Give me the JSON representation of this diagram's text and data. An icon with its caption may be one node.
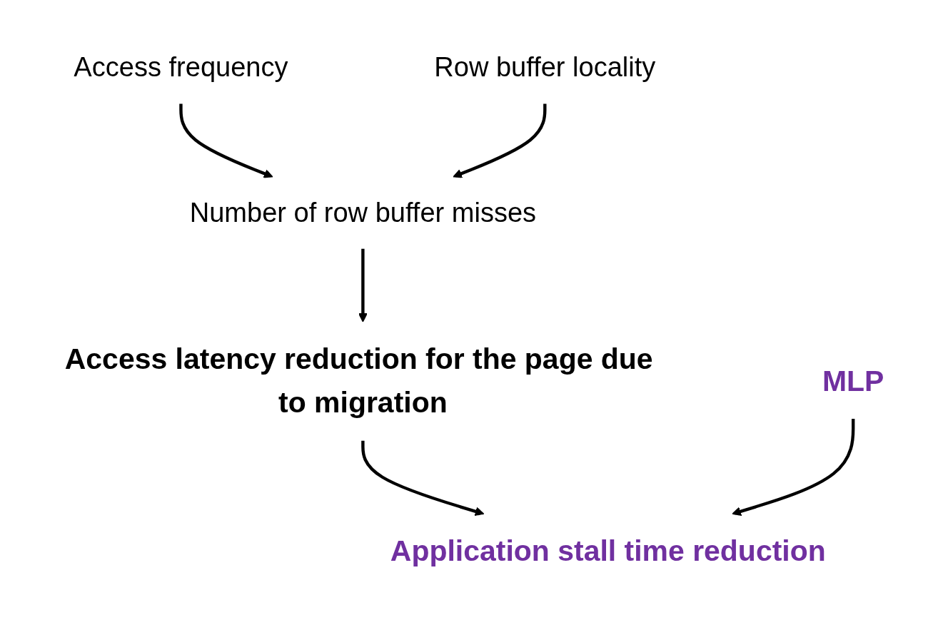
{
  "diagram": {
    "nodes": [
      {
        "text": [
          "Access frequency"
        ]
      },
      {
        "text": [
          "Row buffer locality"
        ]
      },
      {
        "text": [
          "Number of row buffer misses"
        ]
      },
      {
        "text": [
          "Access latency reduction for the page due to migration"
        ]
      },
      {
        "text": [
          "MLP"
        ]
      },
      {
        "text": [
          "Application stall time reduction"
        ]
      }
    ],
    "edges": [
      {
        "from": 0,
        "to": 2,
        "arrow": "to"
      },
      {
        "from": 1,
        "to": 2,
        "arrow": "to"
      },
      {
        "from": 2,
        "to": 3,
        "arrow": "to"
      },
      {
        "from": 3,
        "to": 5,
        "arrow": "to"
      },
      {
        "from": 4,
        "to": 5,
        "arrow": "to"
      }
    ]
  }
}
